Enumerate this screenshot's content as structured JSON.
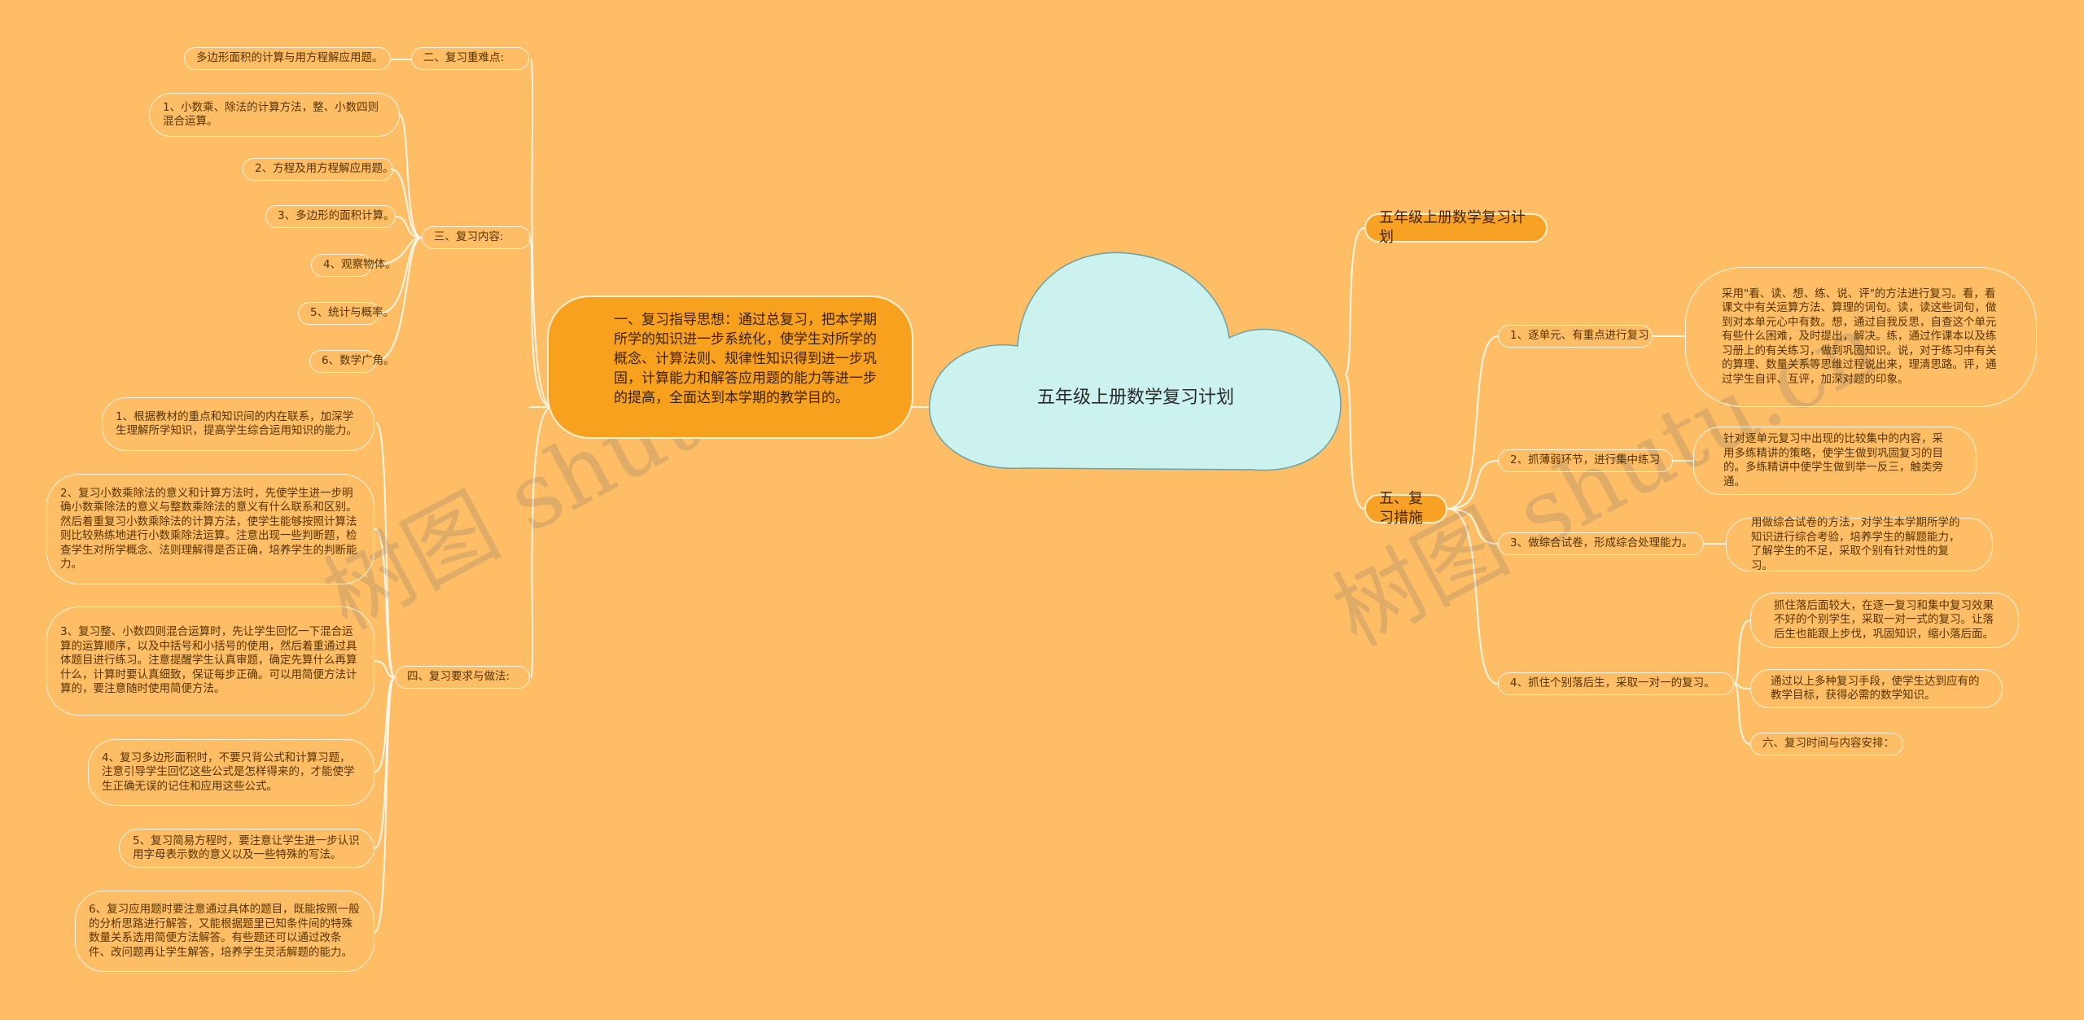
{
  "center": "五年级上册数学复习计划",
  "left": {
    "guiding": "一、复习指导思想：通过总复习，把本学期所学的知识进一步系统化，使学生对所学的概念、计算法则、规律性知识得到进一步巩固，计算能力和解答应用题的能力等进一步的提高，全面达到本学期的教学目的。",
    "key_points": {
      "label": "二、复习重难点:",
      "items": [
        "多边形面积的计算与用方程解应用题。"
      ]
    },
    "content": {
      "label": "三、复习内容:",
      "items": [
        "1、小数乘、除法的计算方法，整、小数四则混合运算。",
        "2、方程及用方程解应用题。",
        "3、多边形的面积计算。",
        "4、观察物体。",
        "5、统计与概率。",
        "6、数学广角。"
      ]
    },
    "requirements": {
      "label": "四、复习要求与做法:",
      "items": [
        "1、根据教材的重点和知识间的内在联系，加深学生理解所学知识，提高学生综合运用知识的能力。",
        "2、复习小数乘除法的意义和计算方法时，先使学生进一步明确小数乘除法的意义与整数乘除法的意义有什么联系和区别。然后着重复习小数乘除法的计算方法，使学生能够按照计算法则比较熟练地进行小数乘除法运算。注意出现一些判断题，检查学生对所学概念、法则理解得是否正确，培养学生的判断能力。",
        "3、复习整、小数四则混合运算时，先让学生回忆一下混合运算的运算顺序，以及中括号和小括号的使用，然后着重通过具体题目进行练习。注意提醒学生认真审题，确定先算什么再算什么，计算时要认真细致，保证每步正确。可以用简便方法计算的，要注意随时使用简便方法。",
        "4、复习多边形面积时，不要只背公式和计算习题，注意引导学生回忆这些公式是怎样得来的，才能使学生正确无误的记住和应用这些公式。",
        "5、复习简易方程时，要注意让学生进一步认识用字母表示数的意义以及一些特殊的写法。",
        "6、复习应用题时要注意通过具体的题目，既能按照一般的分析思路进行解答，又能根据题里已知条件间的特殊数量关系选用简便方法解答。有些题还可以通过改条件、改问题再让学生解答，培养学生灵活解题的能力。"
      ]
    }
  },
  "right": {
    "title_node": "五年级上册数学复习计划",
    "measures": {
      "label": "五、复习措施",
      "items": [
        {
          "label": "1、逐单元、有重点进行复习",
          "detail": "采用\"看、读、想、练、说、评\"的方法进行复习。看，看课文中有关运算方法、算理的词句。读，读这些词句，做到对本单元心中有数。想，通过自我反思，自查这个单元有些什么困难，及时提出，解决。练，通过作课本以及练习册上的有关练习，做到巩固知识。说，对于练习中有关的算理、数量关系等思维过程说出来，理清思路。评，通过学生自评、互评，加深对题的印象。"
        },
        {
          "label": "2、抓薄弱环节，进行集中练习",
          "detail": "针对逐单元复习中出现的比较集中的内容，采用多练精讲的策略，使学生做到巩固复习的目的。多练精讲中使学生做到举一反三，触类旁通。"
        },
        {
          "label": "3、做综合试卷，形成综合处理能力。",
          "detail": "用做综合试卷的方法，对学生本学期所学的知识进行综合考验，培养学生的解题能力，了解学生的不足，采取个别有针对性的复习。"
        },
        {
          "label": "4、抓住个别落后生，采取一对一的复习。",
          "details": [
            "抓住落后面较大，在逐一复习和集中复习效果不好的个别学生，采取一对一式的复习。让落后生也能跟上步伐，巩固知识，缩小落后面。",
            "通过以上多种复习手段，使学生达到应有的教学目标，获得必需的数学知识。",
            "六、复习时间与内容安排："
          ]
        }
      ]
    }
  },
  "watermark": "树图 shutu.cn",
  "colors": {
    "background": "#ffbe66",
    "branch": "#f8a11f",
    "cloud": "#ccf2f0",
    "line": "#fff6e6"
  }
}
